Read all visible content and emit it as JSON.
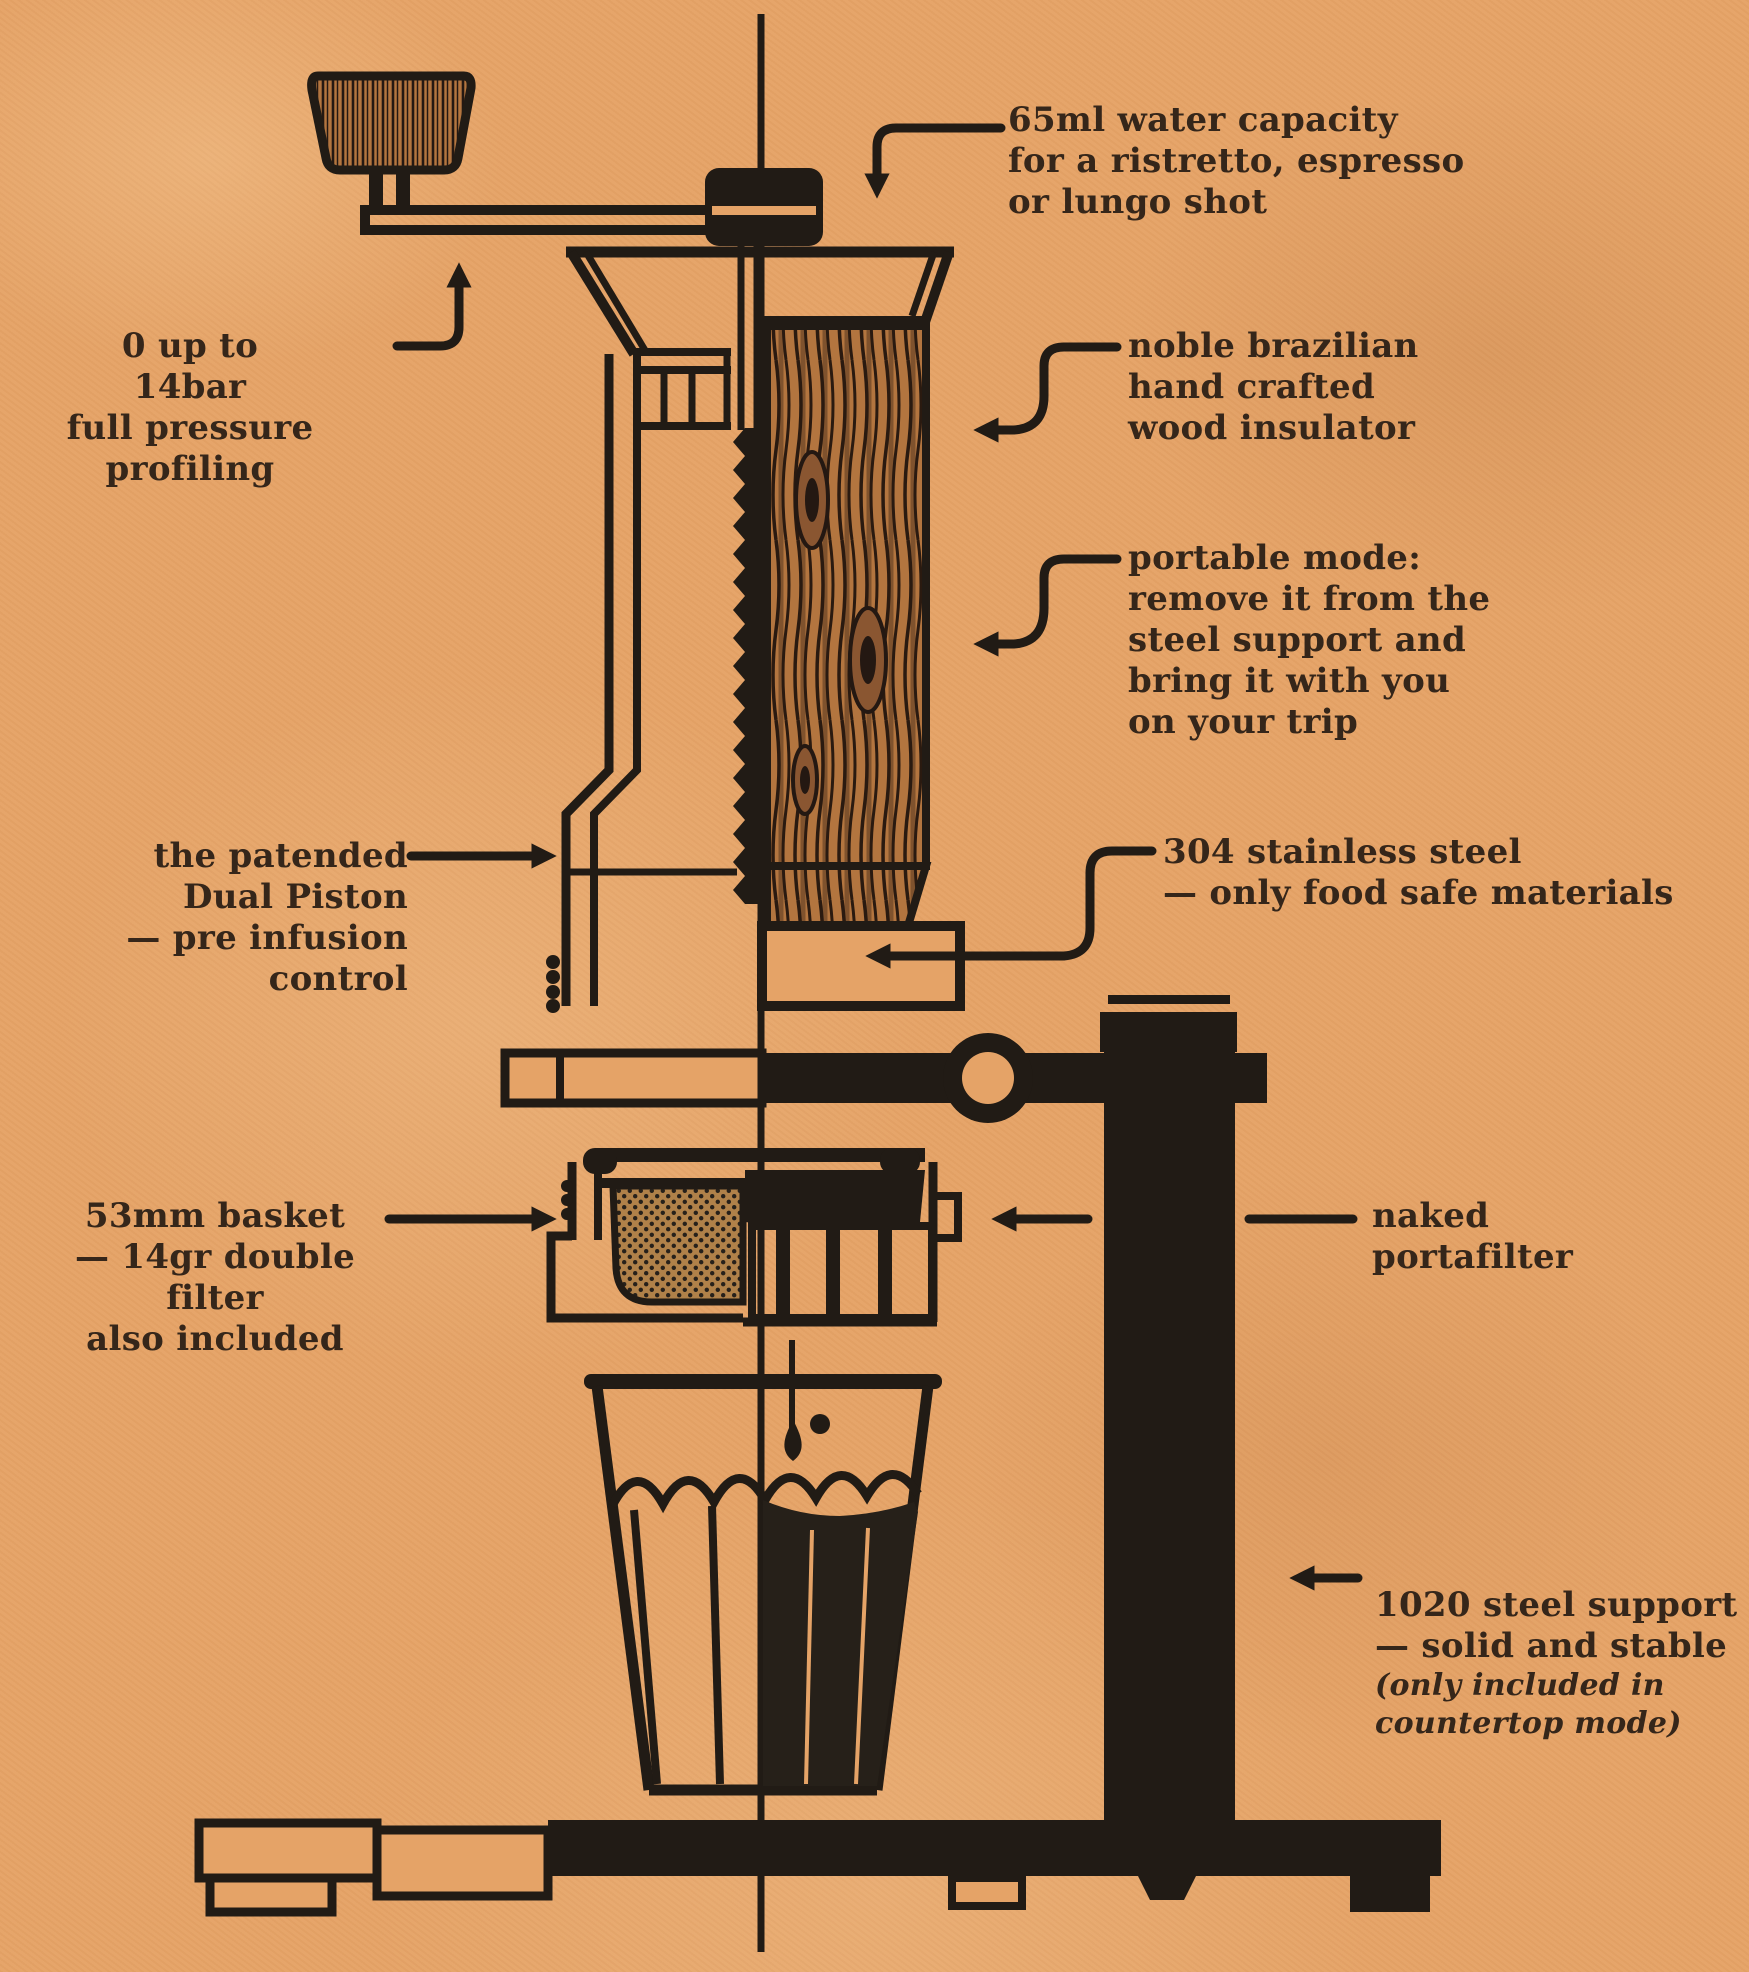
{
  "canvas": {
    "paper_color": "#e5a367",
    "ink_color": "#211b15",
    "text_color": "#35261a",
    "wood_color": "#b3753f",
    "espresso_color": "#262019"
  },
  "labels": {
    "water_capacity": {
      "text": "65ml water capacity\nfor a ristretto, espresso\nor lungo shot"
    },
    "pressure": {
      "text": "0 up to 14bar\nfull pressure\nprofiling"
    },
    "wood": {
      "text": "noble brazilian\nhand crafted\nwood insulator"
    },
    "portable": {
      "text": "portable mode:\nremove it from the\nsteel support and\nbring it with you\non your trip"
    },
    "dual_piston": {
      "text": "the patended\nDual Piston\n— pre infusion control"
    },
    "stainless": {
      "text": "304 stainless steel\n— only food safe materials"
    },
    "basket": {
      "text": "53mm basket\n— 14gr double filter\nalso included"
    },
    "portafilter": {
      "text": "naked\nportafilter"
    },
    "support": {
      "text": "1020 steel support\n— solid and stable",
      "note": "(only included in\ncountertop mode)"
    }
  }
}
